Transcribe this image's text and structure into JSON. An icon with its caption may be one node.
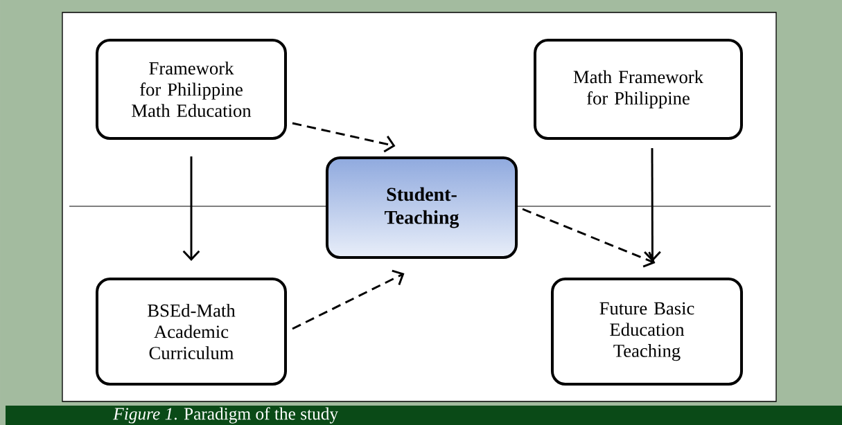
{
  "diagram": {
    "caption": "*Figure 1*. Paradigm of the study",
    "nodes": [
      {
        "text": [
          "Framework for Philippine Math Education"
        ]
      },
      {
        "text": [
          "Math Framework for Philippine"
        ]
      },
      {
        "text": [
          "Student-Teaching"
        ]
      },
      {
        "text": [
          "BSEd-Math Academic Curriculum"
        ]
      },
      {
        "text": [
          "Future Basic Education Teaching"
        ]
      }
    ],
    "edges": [
      {
        "from": 0,
        "to": 3,
        "arrow": "to"
      },
      {
        "from": 0,
        "to": 2,
        "arrow": "to",
        "style": "dashed"
      },
      {
        "from": 1,
        "to": 4,
        "arrow": "to"
      },
      {
        "from": 3,
        "to": 2,
        "arrow": "to",
        "style": "dashed"
      },
      {
        "from": 2,
        "to": 4,
        "arrow": "to",
        "style": "dashed"
      }
    ]
  }
}
